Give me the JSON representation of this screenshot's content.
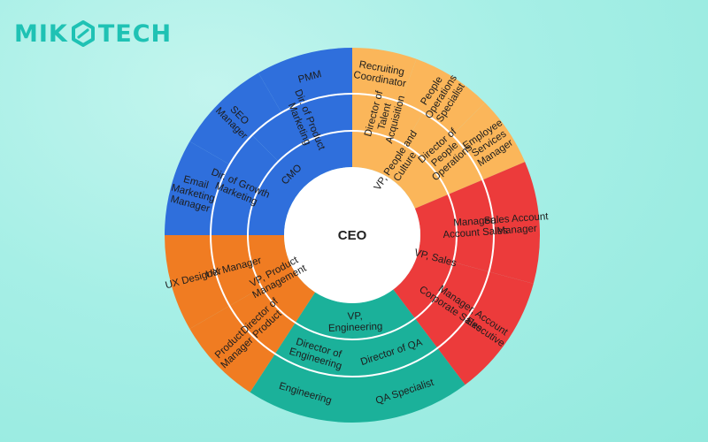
{
  "logo": {
    "left": "MIK",
    "right": "TECH",
    "mark_icon": "hex-o-icon"
  },
  "center": {
    "label": "CEO"
  },
  "colors": {
    "marketing": "#2f6fdc",
    "people": "#fbb65a",
    "sales": "#ec3b3b",
    "engineering": "#1bb19a",
    "product": "#f07c22",
    "center": "#ffffff",
    "divider": "#ffffff"
  },
  "departments": [
    {
      "id": "marketing",
      "ring1": {
        "label": [
          "CMO"
        ]
      },
      "ring2": [
        {
          "label": [
            "Dir. of Growth",
            "Marketing"
          ]
        },
        {
          "label": [
            "Dir. of Product",
            "Marketing"
          ]
        }
      ],
      "ring3": [
        {
          "label": [
            "Email",
            "Marketing",
            "Manager"
          ]
        },
        {
          "label": [
            "SEO",
            "Manager"
          ]
        },
        {
          "label": [
            "PMM"
          ]
        }
      ]
    },
    {
      "id": "people",
      "ring1": {
        "label": [
          "VP, People and",
          "Culture"
        ]
      },
      "ring2": [
        {
          "label": [
            "Director of",
            "Talent",
            "Acquisition"
          ]
        },
        {
          "label": [
            "Director of",
            "People",
            "Operations"
          ]
        }
      ],
      "ring3": [
        {
          "label": [
            "Recruiting",
            "Coordinator"
          ]
        },
        {
          "label": [
            "People",
            "Operations",
            "Specialist"
          ]
        },
        {
          "label": [
            "Employee",
            "Services",
            "Manager"
          ]
        }
      ]
    },
    {
      "id": "sales",
      "ring1": {
        "label": [
          "VP, Sales"
        ]
      },
      "ring2": [
        {
          "label": [
            "Manager,",
            "Account Sales"
          ]
        },
        {
          "label": [
            "Manager,",
            "Corporate Sales"
          ]
        }
      ],
      "ring3": [
        {
          "label": [
            "Sales Account",
            "Manager"
          ]
        },
        {
          "label": [
            "Account",
            "Executive"
          ]
        }
      ]
    },
    {
      "id": "engineering",
      "ring1": {
        "label": [
          "VP,",
          "Engineering"
        ]
      },
      "ring2": [
        {
          "label": [
            "Director of QA"
          ]
        },
        {
          "label": [
            "Director of",
            "Engineering"
          ]
        }
      ],
      "ring3": [
        {
          "label": [
            "QA Specialist"
          ]
        },
        {
          "label": [
            "Engineering"
          ]
        }
      ]
    },
    {
      "id": "product",
      "ring1": {
        "label": [
          "VP, Product",
          "Management"
        ]
      },
      "ring2": [
        {
          "label": [
            "Director of",
            "Product"
          ]
        },
        {
          "label": [
            "UX Manager"
          ]
        }
      ],
      "ring3": [
        {
          "label": [
            "Product",
            "Manager"
          ]
        },
        {
          "label": [
            "UX Designer"
          ]
        }
      ]
    }
  ]
}
